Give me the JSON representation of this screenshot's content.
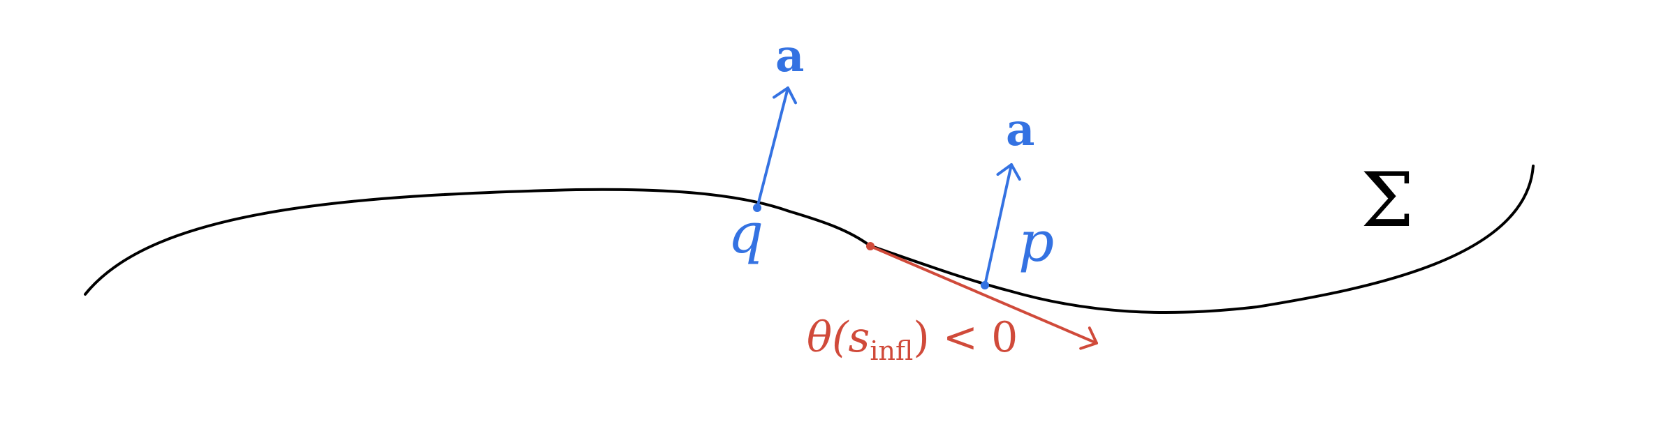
{
  "colors": {
    "curve": "#000000",
    "blue": "#3472e2",
    "red": "#d04a3a",
    "background": "#ffffff"
  },
  "labels": {
    "surface": "Σ",
    "point_q": "q",
    "point_p": "p",
    "vector_at_q": "a",
    "vector_at_p": "a",
    "inflection": {
      "theta": "θ(",
      "s": "s",
      "subscript": "infl",
      "rest": ") < 0"
    }
  }
}
